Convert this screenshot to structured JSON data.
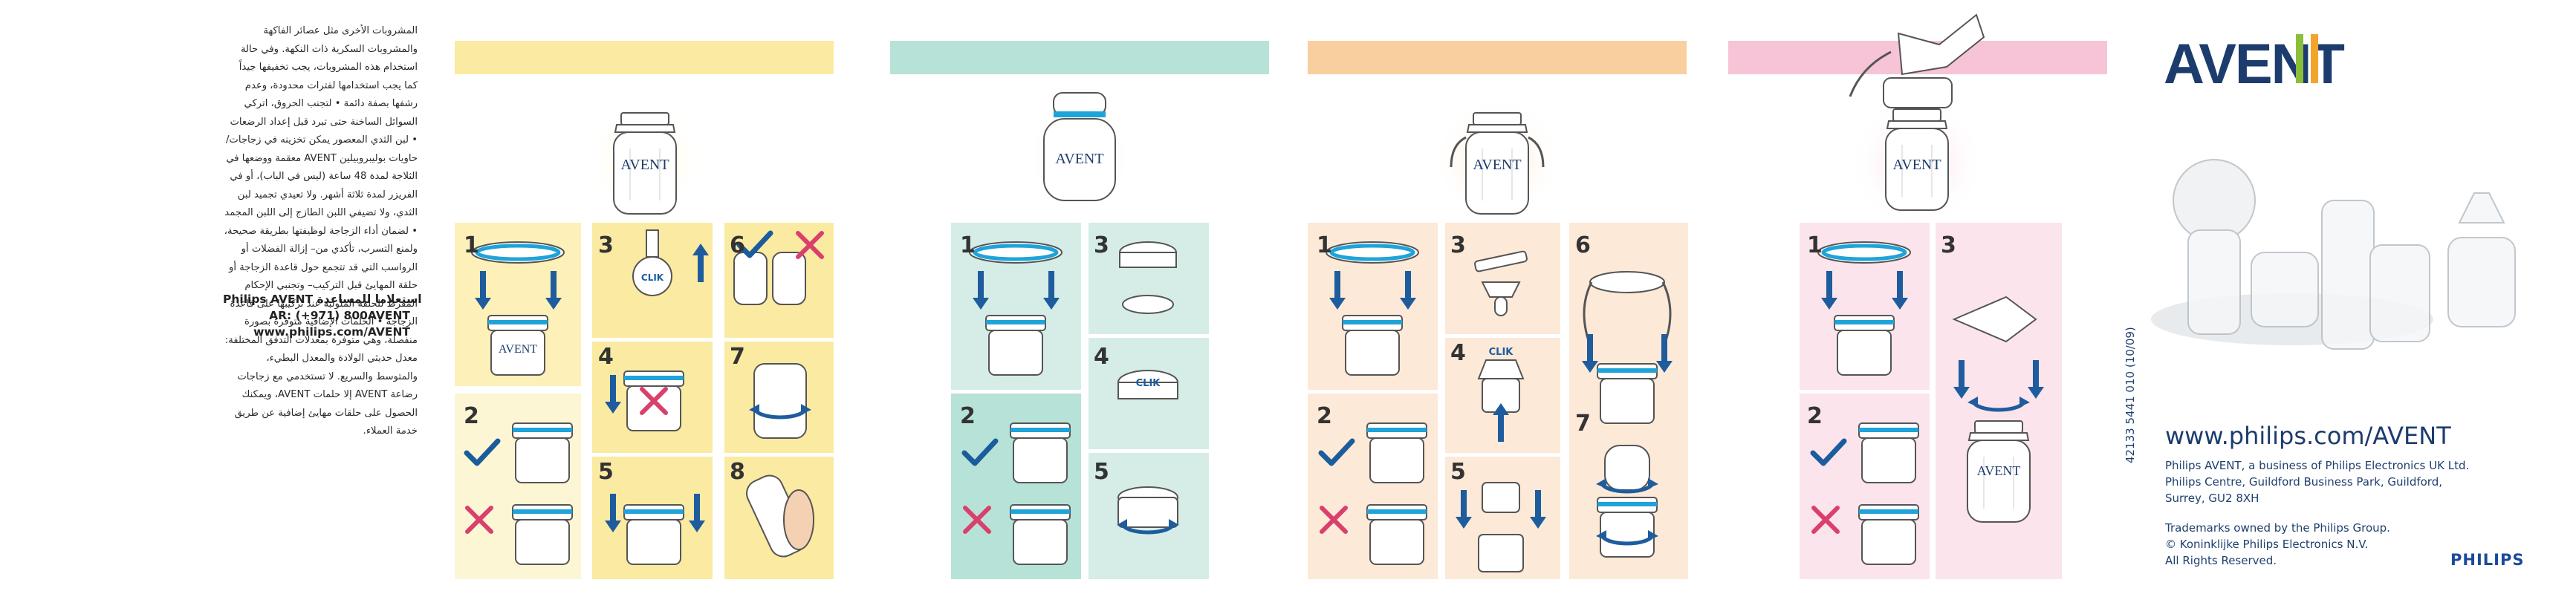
{
  "arabic_paragraph": "المشروبات الأخرى مثل عصائر الفاكهة والمشروبات السكرية ذات النكهة. وفي حالة استخدام هذه المشروبات، يجب تخفيفها جيداً كما يجب استخدامها لفترات محدودة، وعدم رشفها بصفة دائمة • لتجنب الحروق، اتركي السوائل الساخنة حتى تبرد قبل إعداد الرضعات • لبن الثدي المعصور يمكن تخزينه في زجاجات/ حاويات بوليبروبيلين AVENT معقمة ووضعها في الثلاجة لمدة 48 ساعة (ليس في الباب)، أو في الفريزر لمدة ثلاثة أشهر. ولا تعيدي تجميد لبن الثدي، ولا تضيفي اللبن الطازج إلى اللبن المجمد • لضمان أداء الزجاجة لوظيفتها بطريقة صحيحة، ولمنع التسرب، تأكدي من– إزالة الفضلات أو الرواسب التي قد تتجمع حول قاعدة الزجاجة أو حلقة المهايئ قبل التركيب– وتجنبي الإحكام المفرط للحلقة الملولبة عند تركيبها على قاعدة الزجاجة • الحلمات الإضافية متوفرة بصورة منفصلة، وهي متوفرة بمعدلات التدفق المختلفة: معدل حديثي الولادة والمعدل البطيء، والمتوسط والسريع. لا تستخدمي مع زجاجات رضاعة AVENT إلا حلمات AVENT، ويمكنك الحصول على حلقات مهايئ إضافية عن طريق خدمة العملاء.",
  "contact": {
    "line1": "Philips AVENT استعلاما للمساعدة",
    "line2": "AR: (+971) 800AVENT",
    "line3": "www.philips.com/AVENT"
  },
  "panels": [
    {
      "steps": [
        "1",
        "2",
        "3",
        "4",
        "5",
        "6",
        "7",
        "8"
      ],
      "clik_label": "CLIK"
    },
    {
      "steps": [
        "1",
        "2",
        "3",
        "4",
        "5"
      ],
      "clik_label": "CLIK"
    },
    {
      "steps": [
        "1",
        "2",
        "3",
        "4",
        "5",
        "6",
        "7"
      ],
      "clik_label": "CLIK"
    },
    {
      "steps": [
        "1",
        "2",
        "3"
      ]
    }
  ],
  "bottle_logo": "AVENT",
  "brand": {
    "logo": "AVENT",
    "url": "www.philips.com/AVENT",
    "address_lines": [
      "Philips AVENT, a business of Philips Electronics UK Ltd.",
      "Philips Centre, Guildford Business Park, Guildford,",
      "Surrey, GU2 8XH"
    ],
    "trademark_lines": [
      "Trademarks owned by the Philips Group.",
      "© Koninklijke Philips Electronics N.V.",
      "All Rights Reserved."
    ],
    "code": "42133 5441 010 (10/09)",
    "company": "PHILIPS"
  },
  "colors": {
    "yellow": "#fbeaa2",
    "yellow_light": "#fdf6d4",
    "teal": "#b7e2d7",
    "teal_light": "#e3f3ef",
    "orange": "#f9cf9f",
    "orange_light": "#fde9d8",
    "pink": "#f6c4d6",
    "pink_light": "#fbe4ec",
    "arrow_blue": "#1e5c9e",
    "check_blue": "#1a5c9c",
    "cross_pink": "#d9406c",
    "ring_blue": "#1fa3d8",
    "avent_navy": "#1c3c6d",
    "avent_green": "#8bbf3a",
    "avent_orange": "#f2a52b"
  }
}
